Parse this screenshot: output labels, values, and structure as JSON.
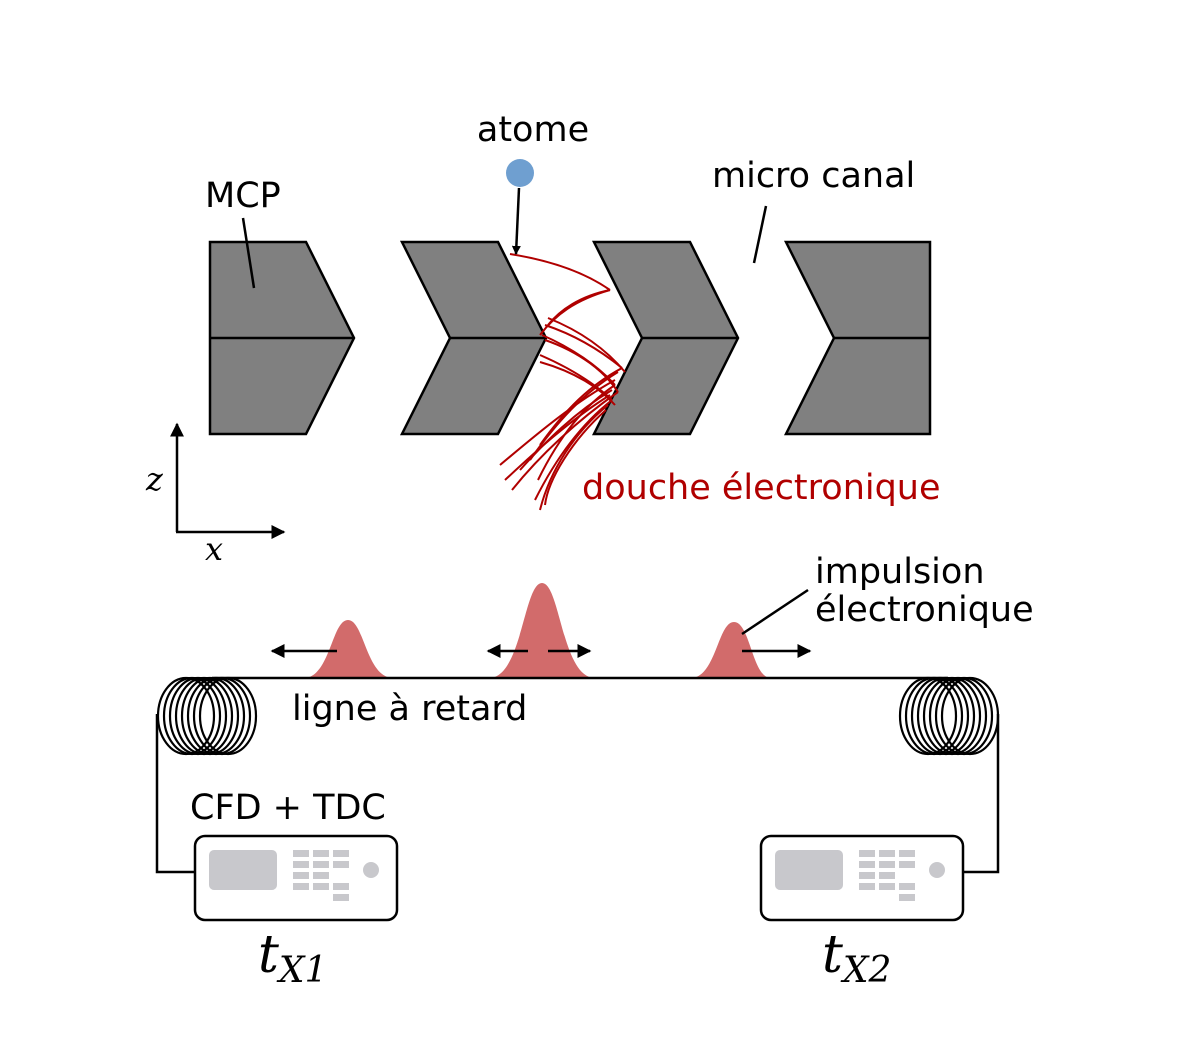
{
  "labels": {
    "atom": "atome",
    "mcp": "MCP",
    "micro_channel": "micro canal",
    "electron_shower": "douche électronique",
    "pulse_line1": "impulsion",
    "pulse_line2": "électronique",
    "delay_line": "ligne à retard",
    "electronics": "CFD + TDC",
    "axis_z": "z",
    "axis_x": "x",
    "time_left_base": "t",
    "time_left_sub": "X1",
    "time_right_base": "t",
    "time_right_sub": "X2"
  },
  "colors": {
    "plate": "#808080",
    "atom": "#6f9fd0",
    "shower": "#b00000",
    "pulse": "#d26b6b",
    "device_panel": "#c8c8cc"
  },
  "icons": {
    "device": "tdc-device-icon",
    "coil": "coil-icon"
  }
}
